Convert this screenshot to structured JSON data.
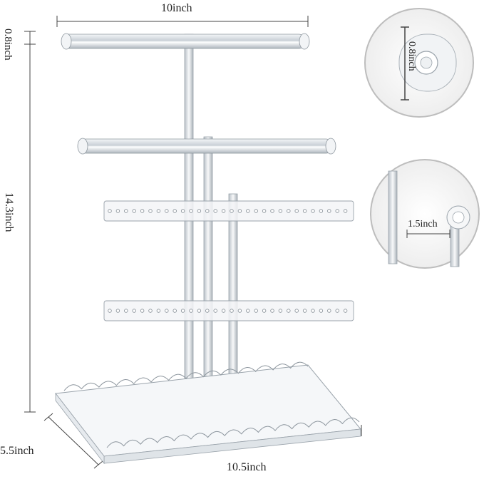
{
  "dimensions": {
    "width_label": "10inch",
    "top_gap_label": "0.8inch",
    "height_label": "14.3inch",
    "depth_label": "5.5inch",
    "base_width_label": "10.5inch"
  },
  "details": {
    "bar_diameter_label": "0.8inch",
    "spacing_label": "1.5inch"
  },
  "colors": {
    "acrylic": "#e9edf1",
    "acrylic_edge": "#9aa3ab",
    "dimension_line": "#444444",
    "circle_border": "#bdbdbd"
  }
}
